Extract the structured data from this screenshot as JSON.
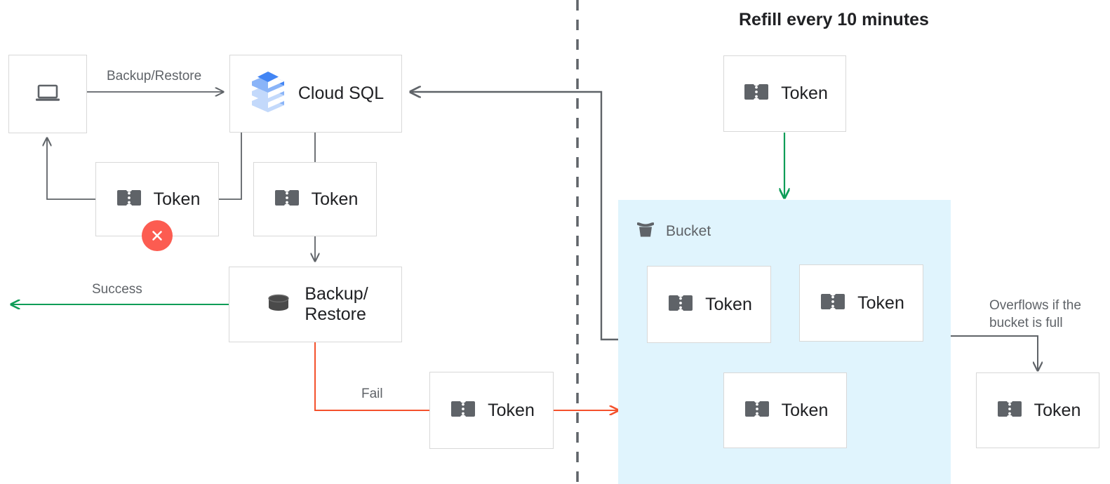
{
  "diagram": {
    "title": "Refill every 10 minutes",
    "colors": {
      "bucket_fill": "#e0f4fd",
      "success_green": "#0f9d58",
      "fail_red": "#f4512c",
      "flow_gray": "#5f6368",
      "box_border": "#d8d8d8",
      "icon_gray": "#5f6368",
      "error_red": "#fc5c51",
      "cloudsql_blue_dark": "#4285f4",
      "cloudsql_blue_mid": "#8ab4f8",
      "cloudsql_blue_light": "#c3d9fb"
    },
    "nodes": {
      "client": {
        "label": "",
        "icon": "laptop-icon"
      },
      "cloud_sql": {
        "label": "Cloud SQL",
        "icon": "cloud-sql-icon"
      },
      "token_failed": {
        "label": "Token",
        "icon": "token-icon",
        "badge": "error-x-badge"
      },
      "token_consumed": {
        "label": "Token",
        "icon": "token-icon"
      },
      "backup_restore": {
        "label": "Backup/\nRestore",
        "icon": "database-icon"
      },
      "token_fail_return": {
        "label": "Token",
        "icon": "token-icon"
      },
      "token_refill": {
        "label": "Token",
        "icon": "token-icon"
      },
      "token_overflow": {
        "label": "Token",
        "icon": "token-icon"
      },
      "bucket_token_1": {
        "label": "Token",
        "icon": "token-icon"
      },
      "bucket_token_2": {
        "label": "Token",
        "icon": "token-icon"
      },
      "bucket_token_3": {
        "label": "Token",
        "icon": "token-icon"
      }
    },
    "bucket": {
      "label": "Bucket",
      "icon": "bucket-icon"
    },
    "edges": {
      "backup_restore_request": "Backup/Restore",
      "success": "Success",
      "fail": "Fail",
      "overflow": "Overflows if the\nbucket is full"
    }
  }
}
